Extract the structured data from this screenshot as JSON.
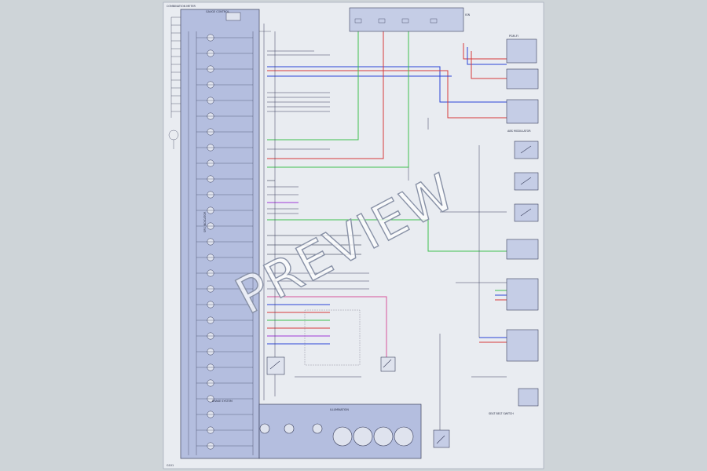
{
  "watermark": "PREVIEW",
  "colors": {
    "page": "#ced4d8",
    "sheet": "#e9ecf1",
    "cluster": "#b4bedf",
    "box": "#c5cde6",
    "line": "#3a3f5c",
    "wire_blue": "#2a45d8",
    "wire_red": "#d83a3a",
    "wire_green": "#3fbf4f",
    "wire_pink": "#d8559a",
    "wire_purple": "#a03ad8",
    "wire_gray": "#7d8291",
    "wire_olive": "#9a9a3a"
  },
  "labels": {
    "header": "COMBINATION METER",
    "connector": "GAUGE CONTROL",
    "indicators": "SRS INDICATOR",
    "lamps": "BRAKE SYSTEM",
    "ground": "IGN",
    "right_top": "PGM-FI",
    "right_mid": "ABS MODULATOR",
    "right_low": "SEAT BELT SWITCH",
    "bottom": "ILLUMINATION",
    "footer": "G101"
  }
}
